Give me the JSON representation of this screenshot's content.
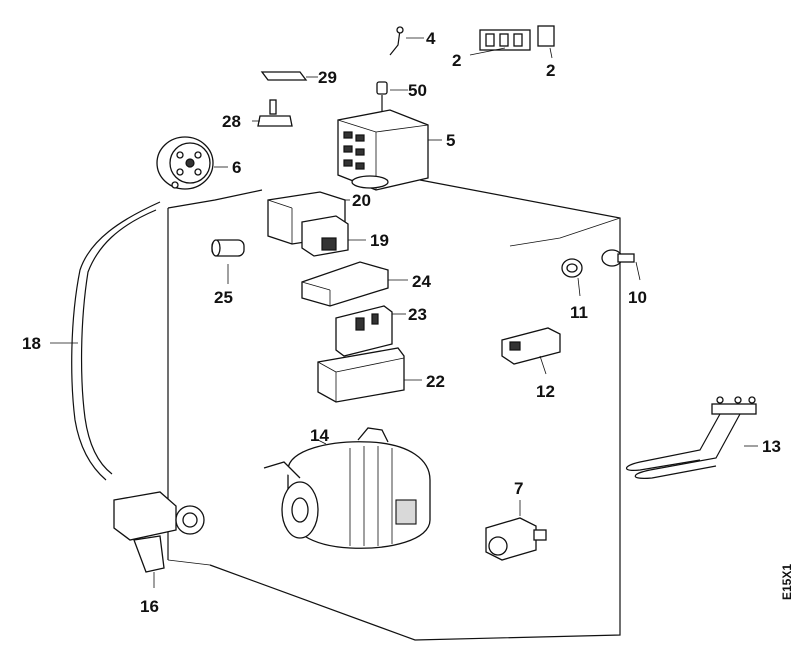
{
  "drawing_code": "E15X1",
  "callouts": [
    {
      "id": "c2a",
      "label": "2"
    },
    {
      "id": "c2b",
      "label": "2"
    },
    {
      "id": "c4",
      "label": "4"
    },
    {
      "id": "c29",
      "label": "29"
    },
    {
      "id": "c50",
      "label": "50"
    },
    {
      "id": "c28",
      "label": "28"
    },
    {
      "id": "c5",
      "label": "5"
    },
    {
      "id": "c6",
      "label": "6"
    },
    {
      "id": "c20",
      "label": "20"
    },
    {
      "id": "c19",
      "label": "19"
    },
    {
      "id": "c24",
      "label": "24"
    },
    {
      "id": "c25",
      "label": "25"
    },
    {
      "id": "c23",
      "label": "23"
    },
    {
      "id": "c22",
      "label": "22"
    },
    {
      "id": "c11",
      "label": "11"
    },
    {
      "id": "c10",
      "label": "10"
    },
    {
      "id": "c12",
      "label": "12"
    },
    {
      "id": "c18",
      "label": "18"
    },
    {
      "id": "c14",
      "label": "14"
    },
    {
      "id": "c13",
      "label": "13"
    },
    {
      "id": "c7",
      "label": "7"
    },
    {
      "id": "c16",
      "label": "16"
    }
  ]
}
